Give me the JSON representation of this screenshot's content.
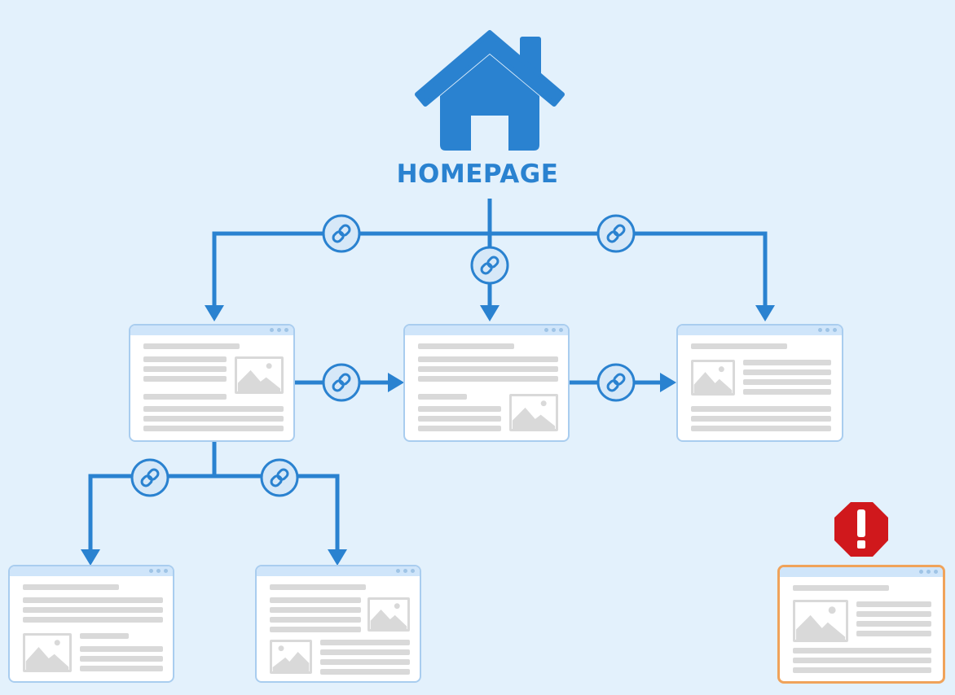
{
  "diagram": {
    "title": "HOMEPAGE",
    "colors": {
      "background": "#e3f1fc",
      "accent": "#2a82d0",
      "link_badge_fill": "#d6e8f8",
      "page_border": "#a9cdef",
      "page_titlebar": "#cfe5fa",
      "placeholder": "#d9d9d9",
      "orphan_border": "#f0a35a",
      "warning": "#d0181c"
    },
    "nodes": [
      {
        "id": "homepage",
        "label": "HOMEPAGE",
        "icon": "house-icon"
      },
      {
        "id": "page-level1-left",
        "layout": "text-with-image-right"
      },
      {
        "id": "page-level1-center",
        "layout": "text-then-image-bottom-right"
      },
      {
        "id": "page-level1-right",
        "layout": "image-left-text-right"
      },
      {
        "id": "page-level2-left",
        "layout": "text-then-image-bottom-left"
      },
      {
        "id": "page-level2-right",
        "layout": "two-images"
      },
      {
        "id": "orphan-page",
        "layout": "image-left-text-right",
        "status": "orphan",
        "badge_icon": "warning-octagon-icon",
        "badge_text": "!"
      }
    ],
    "edges": [
      {
        "from": "homepage",
        "to": "page-level1-left",
        "icon": "link-icon"
      },
      {
        "from": "homepage",
        "to": "page-level1-center",
        "icon": "link-icon"
      },
      {
        "from": "homepage",
        "to": "page-level1-right",
        "icon": "link-icon"
      },
      {
        "from": "page-level1-left",
        "to": "page-level1-center",
        "icon": "link-icon"
      },
      {
        "from": "page-level1-center",
        "to": "page-level1-right",
        "icon": "link-icon"
      },
      {
        "from": "page-level1-left",
        "to": "page-level2-left",
        "icon": "link-icon"
      },
      {
        "from": "page-level1-left",
        "to": "page-level2-right",
        "icon": "link-icon"
      }
    ]
  }
}
